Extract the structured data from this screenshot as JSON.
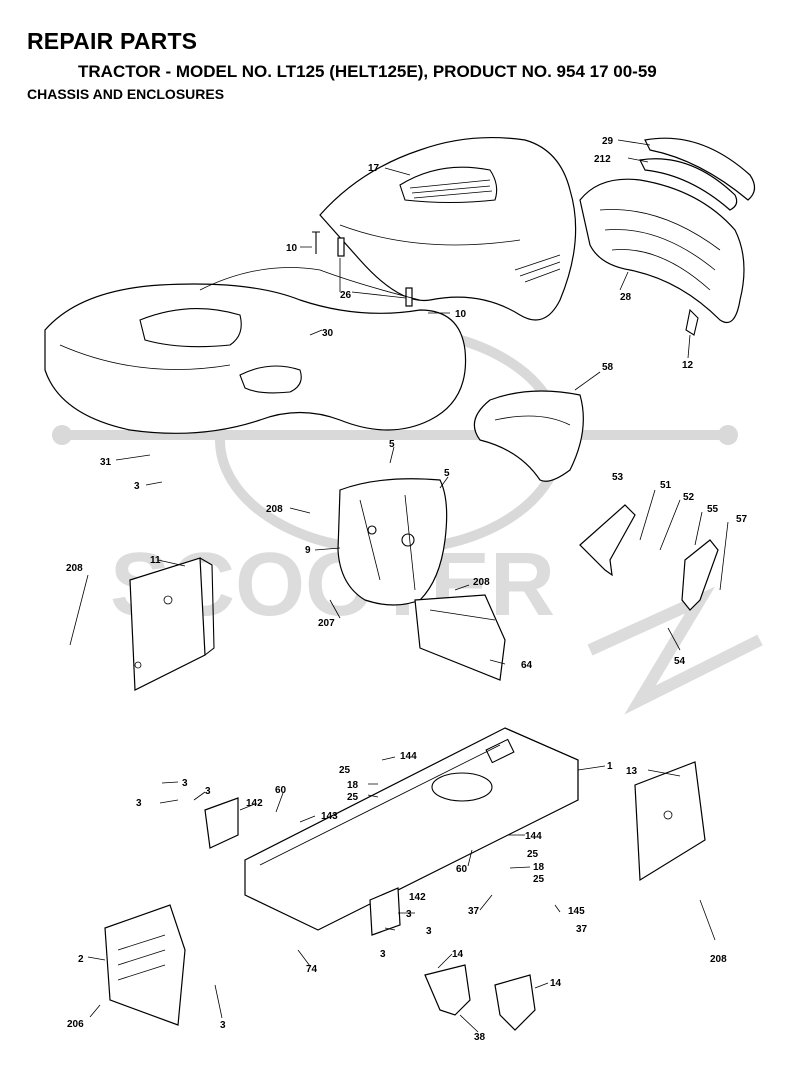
{
  "header": {
    "title": "REPAIR PARTS",
    "subtitle": "TRACTOR - MODEL NO. LT125 (HELT125E), PRODUCT NO. 954 17 00-59",
    "section": "CHASSIS AND ENCLOSURES"
  },
  "watermark": {
    "text": "SCOOTER"
  },
  "callouts": [
    "1",
    "2",
    "3",
    "5",
    "9",
    "10",
    "11",
    "12",
    "13",
    "14",
    "17",
    "18",
    "25",
    "26",
    "28",
    "29",
    "30",
    "31",
    "37",
    "38",
    "51",
    "52",
    "53",
    "54",
    "55",
    "57",
    "58",
    "60",
    "64",
    "74",
    "142",
    "143",
    "144",
    "145",
    "206",
    "207",
    "208",
    "212"
  ]
}
